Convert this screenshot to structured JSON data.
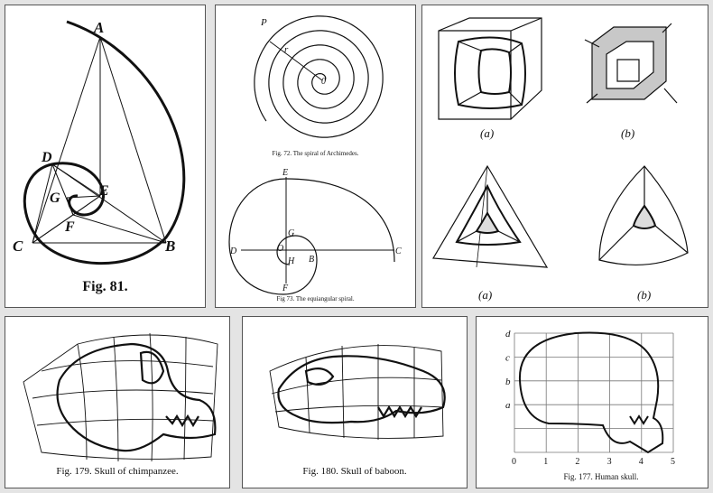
{
  "fig81": {
    "caption": "Fig. 81.",
    "labels": {
      "A": "A",
      "B": "B",
      "C": "C",
      "D": "D",
      "E": "E",
      "F": "F",
      "G": "G"
    }
  },
  "fig72": {
    "caption": "Fig. 72.  The spiral of Archimedes.",
    "labels": {
      "P": "P",
      "r": "r",
      "O": "0"
    }
  },
  "fig73": {
    "caption": "Fig 73.  The equiangular spiral.",
    "labels": {
      "E": "E",
      "G": "G",
      "D": "D",
      "O": "O",
      "B": "B",
      "C": "C",
      "H": "H",
      "F": "F"
    }
  },
  "cubes": {
    "labels": {
      "ta": "(a)",
      "tb": "(b)",
      "ba": "(a)",
      "bb": "(b)"
    }
  },
  "fig179": {
    "caption": "Fig. 179.  Skull of chimpanzee."
  },
  "fig180": {
    "caption": "Fig. 180.  Skull of baboon."
  },
  "fig177": {
    "caption": "Fig. 177.  Human skull.",
    "row_labels": [
      "d",
      "c",
      "b",
      "a"
    ],
    "col_labels": [
      "0",
      "1",
      "2",
      "3",
      "4",
      "5"
    ]
  }
}
